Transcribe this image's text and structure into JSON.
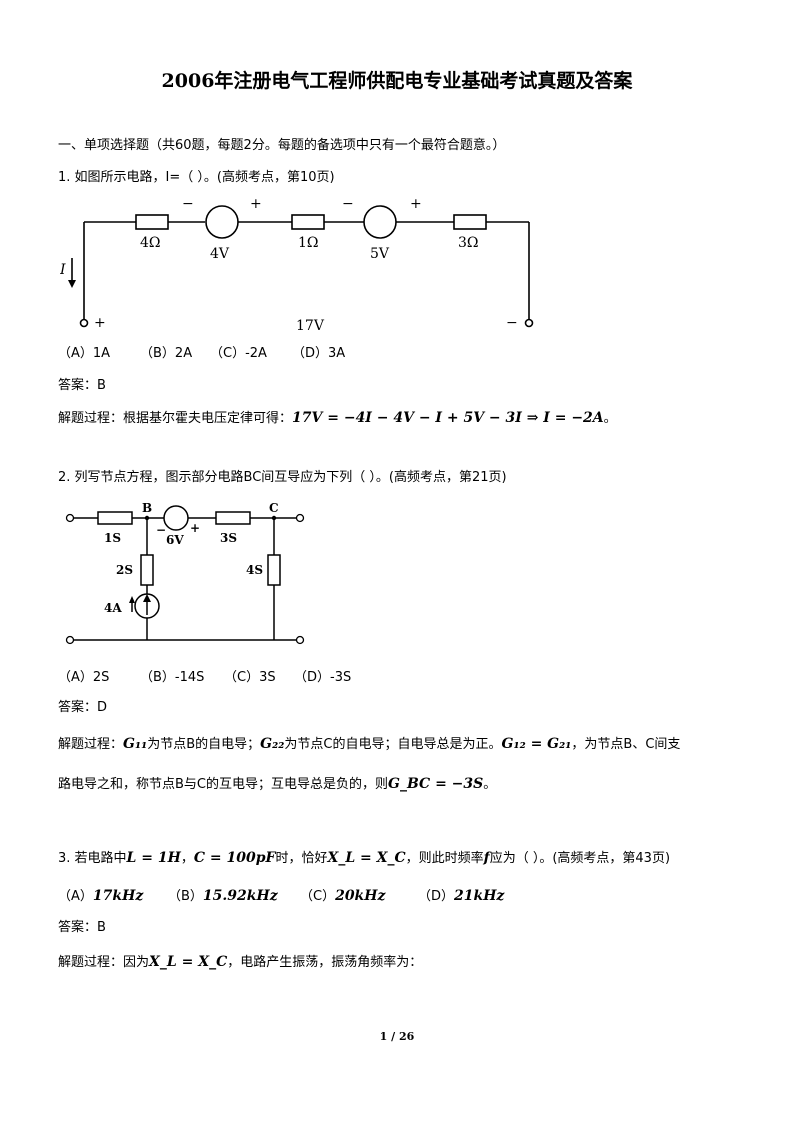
{
  "title": "2006年注册电气工程师供配电专业基础考试真题及答案",
  "section": "一、单项选择题（共60题，每题2分。每题的备选项中只有一个最符合题意。）",
  "q1": {
    "stem": "1.  如图所示电路，I=（    ）。(高频考点，第10页)",
    "options": [
      "（A）1A",
      "（B）2A",
      "（C）-2A",
      "（D）3A"
    ],
    "answer": "答案：B",
    "solution_label": "解题过程：根据基尔霍夫电压定律可得：",
    "solution_math": "17V = −4I − 4V − I + 5V − 3I ⇒ I = −2A",
    "solution_end": "。",
    "circuit": {
      "r1": "4Ω",
      "v1": "4V",
      "r2": "1Ω",
      "v2": "5V",
      "r3": "3Ω",
      "current": "I",
      "total": "17V",
      "plus": "+",
      "minus": "−"
    }
  },
  "q2": {
    "stem": "2.  列写节点方程，图示部分电路BC间互导应为下列（    ）。(高频考点，第21页)",
    "options": [
      "（A）2S",
      "（B）-14S",
      "（C）3S",
      "（D）-3S"
    ],
    "answer": "答案：D",
    "sol_a_label": "解题过程：",
    "g11": "G₁₁",
    "sol_a1": "为节点B的自电导；",
    "g22": "G₂₂",
    "sol_a2": "为节点C的自电导；自电导总是为正。",
    "g12": "G₁₂ = G₂₁",
    "sol_a3": "，为节点B、C间支",
    "sol_b1": "路电导之和，称节点B与C的互电导；互电导总是负的，则",
    "gbc": "G_BC = −3S",
    "sol_b2": "。",
    "circuit": {
      "nodeB": "B",
      "nodeC": "C",
      "g1": "1S",
      "v": "6V",
      "g3": "3S",
      "g2": "2S",
      "g4": "4S",
      "isrc": "4A",
      "plus": "+",
      "minus": "−"
    }
  },
  "q3": {
    "stem_a": "3.  若电路中",
    "L": "L = 1H",
    "comma1": "，",
    "C": "C = 100pF",
    "stem_b": "时，恰好",
    "xlxc": "X_L = X_C",
    "stem_c": "，则此时频率",
    "f": "f",
    "stem_d": "应为（    ）。(高频考点，第43页)",
    "options": [
      {
        "label": "（A）",
        "val": "17kHz"
      },
      {
        "label": "（B）",
        "val": "15.92kHz"
      },
      {
        "label": "（C）",
        "val": "20kHz"
      },
      {
        "label": "（D）",
        "val": "21kHz"
      }
    ],
    "answer": "答案：B",
    "sol_a": "解题过程：因为",
    "sol_math": "X_L = X_C",
    "sol_b": "，电路产生振荡，振荡角频率为："
  },
  "footer": "1 / 26"
}
